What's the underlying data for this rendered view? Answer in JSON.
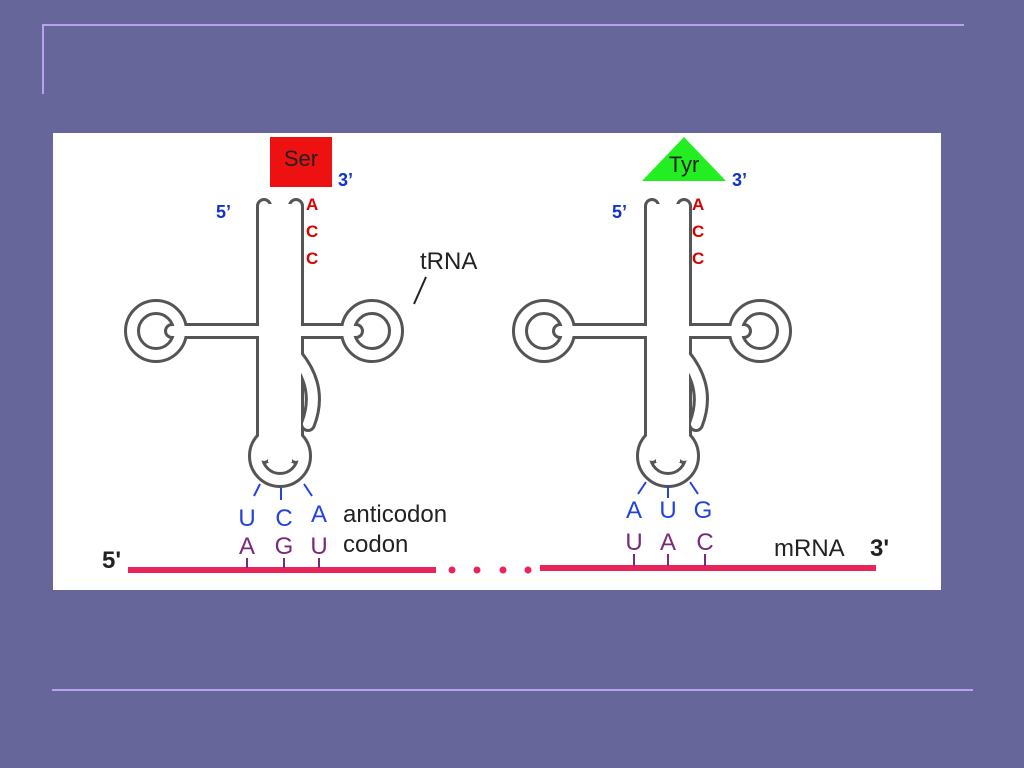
{
  "left_trna": {
    "amino_acid": "Ser",
    "five_prime": "5’",
    "three_prime": "3’",
    "acc": [
      "A",
      "C",
      "C"
    ],
    "anticodon": [
      "U",
      "C",
      "A"
    ],
    "codon": [
      "A",
      "G",
      "U"
    ]
  },
  "right_trna": {
    "amino_acid": "Tyr",
    "five_prime": "5’",
    "three_prime": "3’",
    "acc": [
      "A",
      "C",
      "C"
    ],
    "anticodon": [
      "A",
      "U",
      "G"
    ],
    "codon": [
      "U",
      "A",
      "C"
    ]
  },
  "labels": {
    "trna": "tRNA",
    "anticodon": "anticodon",
    "codon": "codon",
    "mrna": "mRNA",
    "mrna_five": "5'",
    "mrna_three": "3'"
  },
  "colors": {
    "background": "#66669a",
    "rule_lines": "#b7a2ee",
    "ser_box": "#ee1111",
    "tyr_triangle": "#22ee22",
    "acc_text": "#dd0000",
    "end_labels": "#1133cc",
    "anticodon_text": "#2244dd",
    "codon_text": "#7a2a7a",
    "mrna_line": "#e8245a",
    "trna_outline": "#555555"
  }
}
